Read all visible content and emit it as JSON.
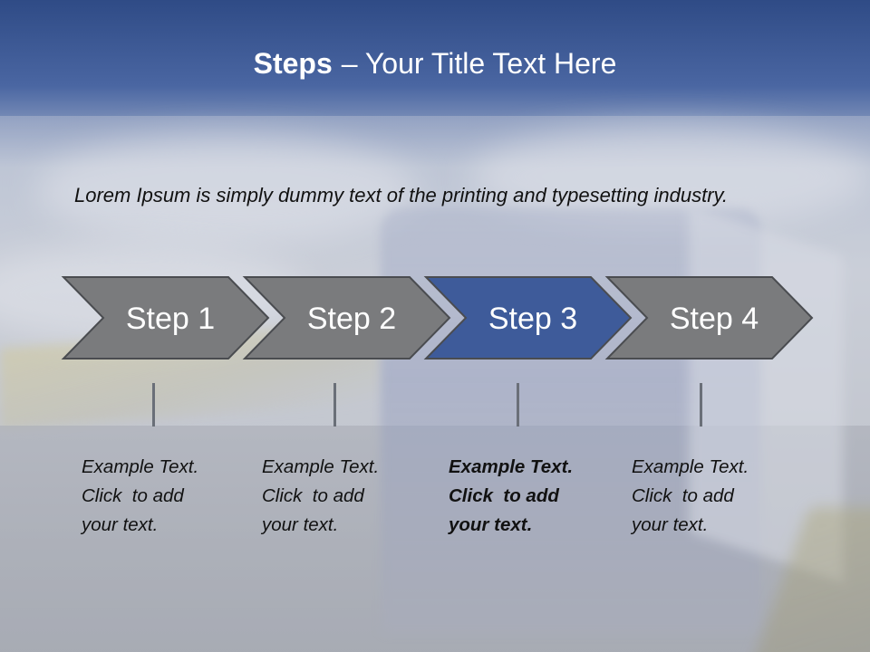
{
  "title": {
    "bold": "Steps",
    "separator": "–",
    "rest": "Your Title Text Here"
  },
  "intro": "Lorem Ipsum is simply dummy text of the printing and typesetting industry.",
  "steps": [
    {
      "label": "Step 1",
      "active": false,
      "caption": [
        "Example Text.",
        "Click  to add",
        "your text."
      ]
    },
    {
      "label": "Step 2",
      "active": false,
      "caption": [
        "Example Text.",
        "Click  to add",
        "your text."
      ]
    },
    {
      "label": "Step 3",
      "active": true,
      "caption": [
        "Example Text.",
        "Click  to add",
        "your text."
      ]
    },
    {
      "label": "Step 4",
      "active": false,
      "caption": [
        "Example Text.",
        "Click  to add",
        "your text."
      ]
    }
  ],
  "colors": {
    "arrow_default": "#7a7b7d",
    "arrow_active": "#3e5b9a",
    "arrow_border": "#4a4c50",
    "title_band": "#2f4b86"
  }
}
